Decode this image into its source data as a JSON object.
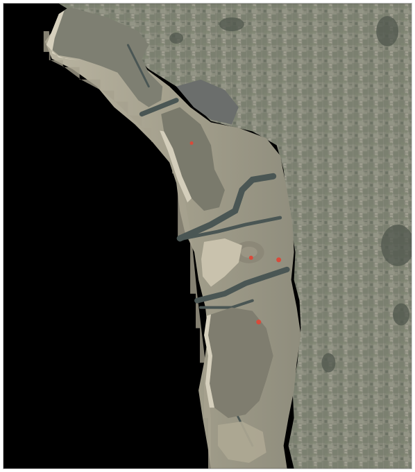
{
  "map": {
    "kind": "satellite-mosaic",
    "labels": [],
    "colors": {
      "sea_nodata": "#000000",
      "land": "#8a8c7e",
      "land_dark": "#5d6358",
      "tidal_flat": "#a39f8c",
      "tidal_flat_light": "#bdb7a4",
      "channel": "#4e5a57",
      "beach": "#d8d2bf",
      "island": "#8d8877",
      "urban": "#6f7270",
      "marker": "#d94a3a",
      "frame_border": "#c8c8c8"
    },
    "markers": [
      {
        "name": "marker-red-1"
      },
      {
        "name": "marker-red-2"
      },
      {
        "name": "marker-red-3"
      },
      {
        "name": "marker-red-4"
      }
    ]
  }
}
